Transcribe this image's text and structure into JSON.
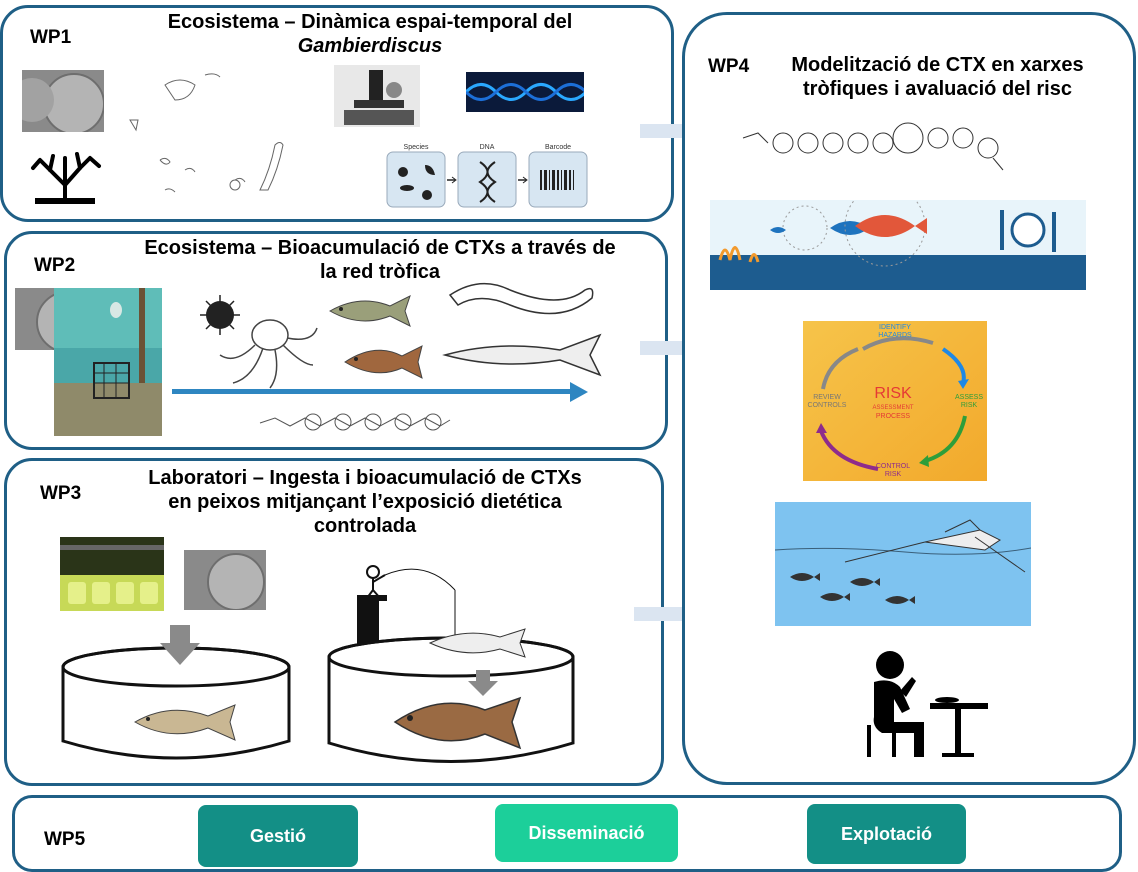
{
  "wp1": {
    "label": "WP1",
    "title_line1": "Ecosistema – Dinàmica espai-temporal del",
    "title_line2": "Gambierdiscus",
    "dna_labels": {
      "species": "Species",
      "dna": "DNA",
      "barcode": "Barcode"
    }
  },
  "wp2": {
    "label": "WP2",
    "title_line1": "Ecosistema – Bioacumulació de CTXs a través de",
    "title_line2": "la red tròfica"
  },
  "wp3": {
    "label": "WP3",
    "title_line1": "Laboratori – Ingesta i bioacumulació de CTXs",
    "title_line2": "en peixos mitjançant l’exposició dietética",
    "title_line3": "controlada"
  },
  "wp4": {
    "label": "WP4",
    "title_line1": "Modelització de CTX en xarxes",
    "title_line2": "tròfiques i avaluació del risc",
    "risk": {
      "identify": "IDENTIFY",
      "hazards": "HAZARDS",
      "assess": "ASSESS",
      "assess2": "RISK",
      "control": "CONTROL",
      "control2": "RISK",
      "review": "REVIEW",
      "review2": "CONTROLS",
      "center": "RISK",
      "center2": "ASSESSMENT",
      "center3": "PROCESS"
    }
  },
  "wp5": {
    "label": "WP5",
    "buttons": [
      "Gestió",
      "Disseminació",
      "Explotació"
    ]
  },
  "colors": {
    "border": "#1f5f86",
    "button_teal": "#138f86",
    "button_light": "#1ccf9a",
    "arrow": "#dbe5f1"
  }
}
